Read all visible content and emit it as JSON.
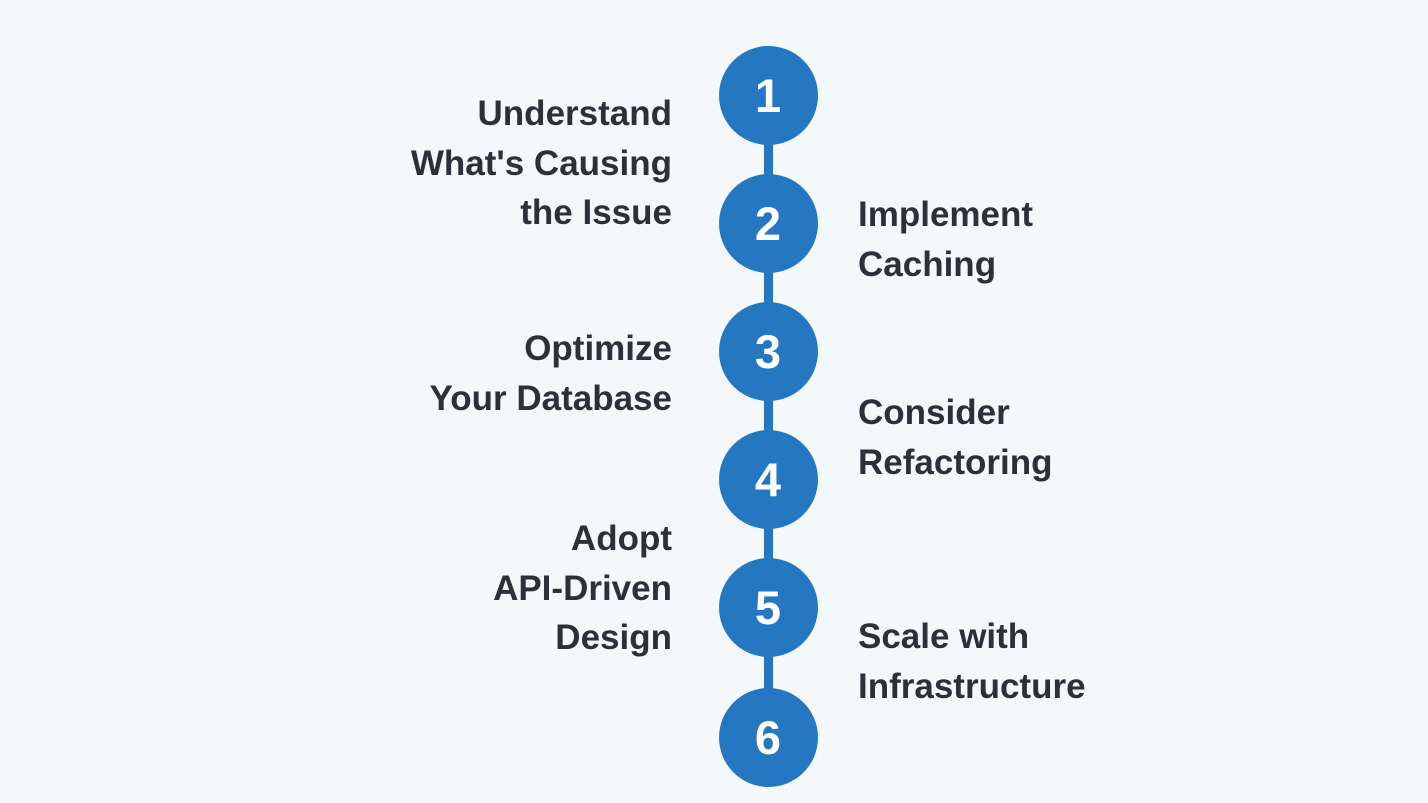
{
  "theme": {
    "background": "#f5f8fa",
    "accent": "#2477c0",
    "number_color": "#ffffff",
    "label_color": "#2b313b"
  },
  "steps": [
    {
      "number": "1",
      "label": "Understand\nWhat's Causing\nthe Issue",
      "side": "left"
    },
    {
      "number": "2",
      "label": "Implement\nCaching",
      "side": "right"
    },
    {
      "number": "3",
      "label": "Optimize\nYour Database",
      "side": "left"
    },
    {
      "number": "4",
      "label": "Consider\nRefactoring",
      "side": "right"
    },
    {
      "number": "5",
      "label": "Adopt\nAPI-Driven\nDesign",
      "side": "left"
    },
    {
      "number": "6",
      "label": "Scale with\nInfrastructure",
      "side": "right"
    }
  ]
}
